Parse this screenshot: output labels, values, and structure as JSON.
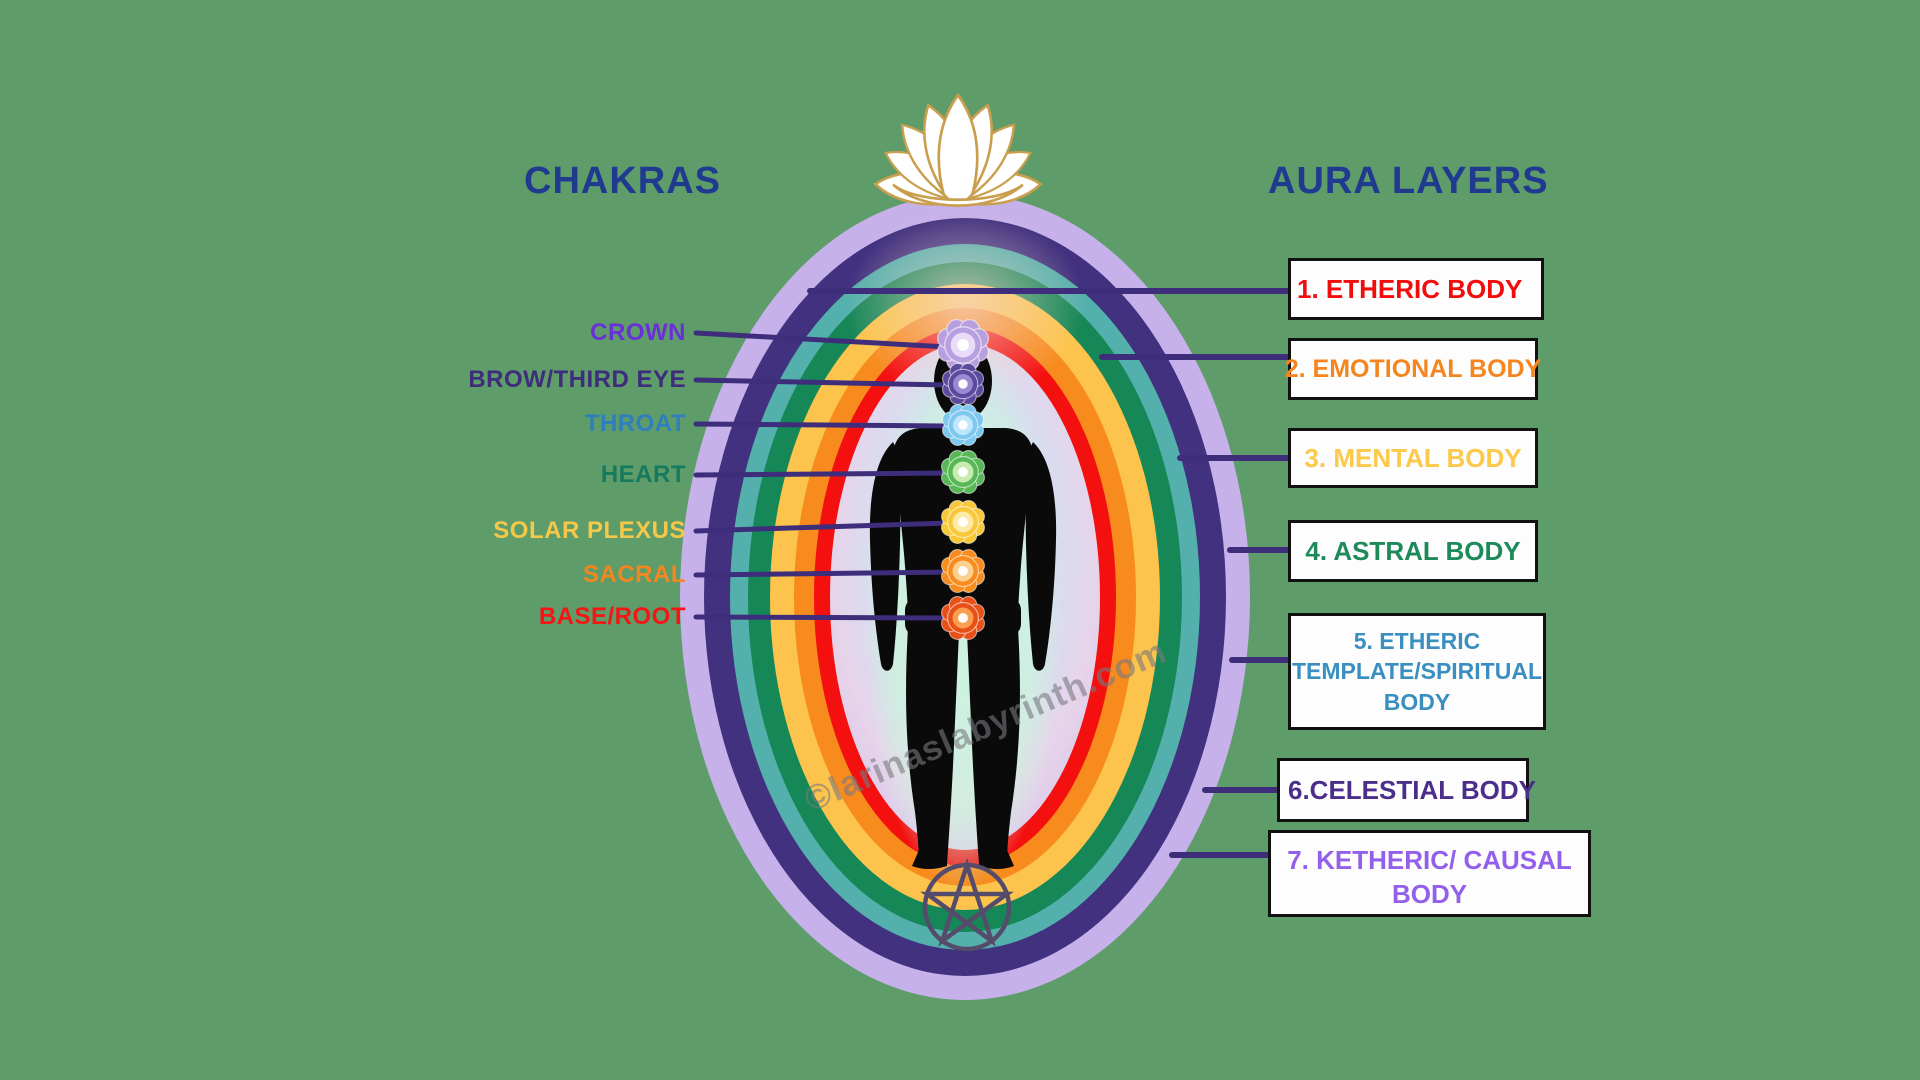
{
  "titles": {
    "left": "CHAKRAS",
    "right": "AURA LAYERS"
  },
  "title_color": "#1f3a8f",
  "background_color": "#5e9c6a",
  "connector_color": "#3d2d7a",
  "body_color": "#0a0a0a",
  "pentagram_color": "#554c6b",
  "lotus": {
    "petal_color": "#ffffff",
    "outline_color": "#c99f4e"
  },
  "watermark": {
    "text": "©larinaslabyrinth.com",
    "color": "rgba(120,120,126,0.6)"
  },
  "chakras": [
    {
      "label": "CROWN",
      "label_color": "#6930d8",
      "color": "#b8a0e0",
      "light": "#e8dcf8"
    },
    {
      "label": "BROW/THIRD EYE",
      "label_color": "#3d2d7a",
      "color": "#5b4a9e",
      "light": "#9a88d0"
    },
    {
      "label": "THROAT",
      "label_color": "#2e7fbe",
      "color": "#7ec8f0",
      "light": "#c0e6fa"
    },
    {
      "label": "HEART",
      "label_color": "#177a5e",
      "color": "#58b858",
      "light": "#c8ecb0"
    },
    {
      "label": "SOLAR PLEXUS",
      "label_color": "#f5c84a",
      "color": "#f8c838",
      "light": "#fceaa8"
    },
    {
      "label": "SACRAL",
      "label_color": "#f5861f",
      "color": "#f88c1e",
      "light": "#fcd090"
    },
    {
      "label": "BASE/ROOT",
      "label_color": "#f51515",
      "color": "#e85018",
      "light": "#f8a050"
    }
  ],
  "aura_layers": [
    {
      "label": "1. ETHERIC BODY",
      "text_color": "#f20d0d",
      "ring_color": "#f3100f"
    },
    {
      "label": "2. EMOTIONAL BODY",
      "text_color": "#f5861f",
      "ring_color": "#f78b1d"
    },
    {
      "label": "3. MENTAL BODY",
      "text_color": "#fcc94a",
      "ring_color": "#fcc44c"
    },
    {
      "label": "4. ASTRAL BODY",
      "text_color": "#1e8a5a",
      "ring_color": "#168757"
    },
    {
      "label": "5. ETHERIC TEMPLATE/SPIRITUAL BODY",
      "text_color": "#3a8fc0",
      "ring_color": "#54b0ac"
    },
    {
      "label": "6.CELESTIAL BODY",
      "text_color": "#4b2e8a",
      "ring_color": "#41317f"
    },
    {
      "label": "7. KETHERIC/ CAUSAL BODY",
      "text_color": "#9260ea",
      "ring_color": "#c6b1ea"
    }
  ]
}
